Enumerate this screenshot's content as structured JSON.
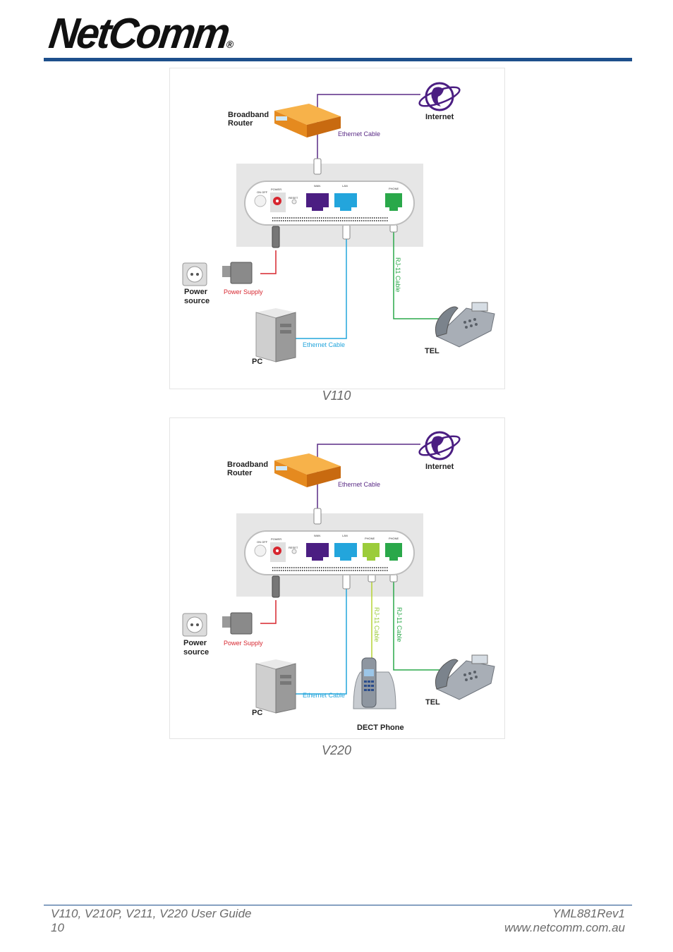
{
  "header": {
    "brand": "NetComm",
    "registered": "®"
  },
  "figures": [
    {
      "labels": {
        "router": [
          "Broadband",
          "Router"
        ],
        "internet": "Internet",
        "eth_top": "Ethernet Cable",
        "power": [
          "Power",
          "source"
        ],
        "psu": "Power Supply",
        "pc": "PC",
        "eth_pc": "Ethernet Cable",
        "rj11": "RJ-11 Cable",
        "tel": "TEL",
        "ports": {
          "onoff": "ON OFF",
          "power": "POWER",
          "reset": "RESET",
          "wan": "WAN",
          "lan": "LAN",
          "phone": "PHONE"
        }
      },
      "caption": "V110"
    },
    {
      "labels": {
        "router": [
          "Broadband",
          "Router"
        ],
        "internet": "Internet",
        "eth_top": "Ethernet Cable",
        "power": [
          "Power",
          "source"
        ],
        "psu": "Power Supply",
        "pc": "PC",
        "eth_pc": "Ethernet Cable",
        "rj11_a": "RJ-11 Cable",
        "rj11_b": "RJ-11 Cable",
        "tel": "TEL",
        "dect": "DECT Phone",
        "ports": {
          "onoff": "ON OFF",
          "power": "POWER",
          "reset": "RESET",
          "wan": "WAN",
          "lan": "LAN",
          "phone1": "PHONE",
          "phone2": "PHONE"
        }
      },
      "caption": "V220"
    }
  ],
  "footer": {
    "title": "V110, V210P, V211, V220 User Guide",
    "page": "10",
    "doc_id": "YML881Rev1",
    "url": "www.netcomm.com.au"
  },
  "colors": {
    "rule": "#1d4f8c",
    "wan": "#4b1e82",
    "lan": "#23a5dc",
    "phone": "#2aa84a",
    "phone_dect": "#9bcc3a",
    "power_cable": "#d7262f"
  }
}
